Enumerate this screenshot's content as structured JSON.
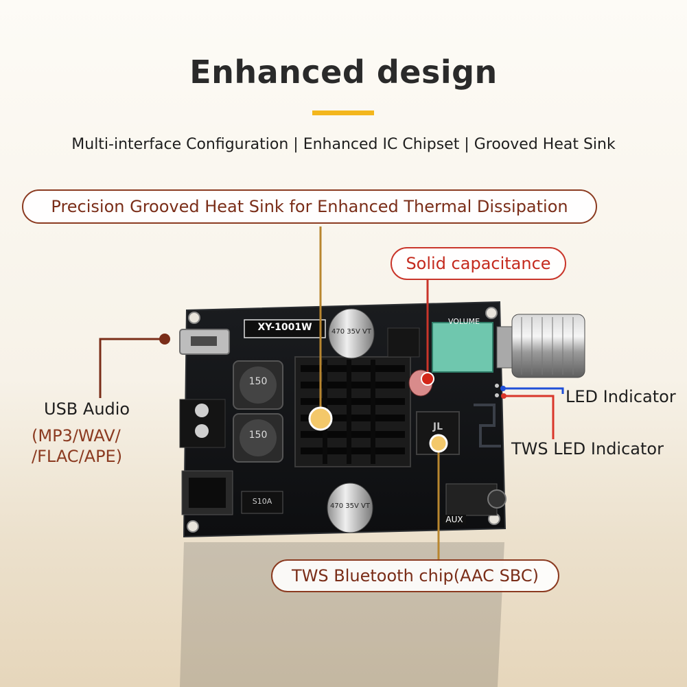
{
  "header": {
    "title": "Enhanced design",
    "subtitle": "Multi-interface Configuration | Enhanced IC Chipset | Grooved Heat Sink"
  },
  "callouts": {
    "heat_sink": "Precision Grooved Heat Sink for Enhanced Thermal Dissipation",
    "capacitance": "Solid capacitance",
    "usb_audio": "USB Audio",
    "usb_formats_1": "(MP3/WAV/",
    "usb_formats_2": "/FLAC/APE)",
    "led_indicator": "LED Indicator",
    "tws_led": "TWS LED Indicator",
    "bt_chip": "TWS Bluetooth chip(AAC SBC)"
  },
  "board": {
    "model": "XY-1001W",
    "volume_label": "VOLUME",
    "aux_label": "AUX",
    "inductor_1": "150",
    "inductor_2": "150",
    "cap_top": "470 35V VT",
    "cap_bottom": "470 35V VT",
    "chip_logo": "JL",
    "diode": "S10A"
  },
  "colors": {
    "accent": "#f3b61d",
    "callout_brown": "#8b3a20",
    "callout_red": "#c9352a",
    "led_blue": "#1f4fd8"
  }
}
